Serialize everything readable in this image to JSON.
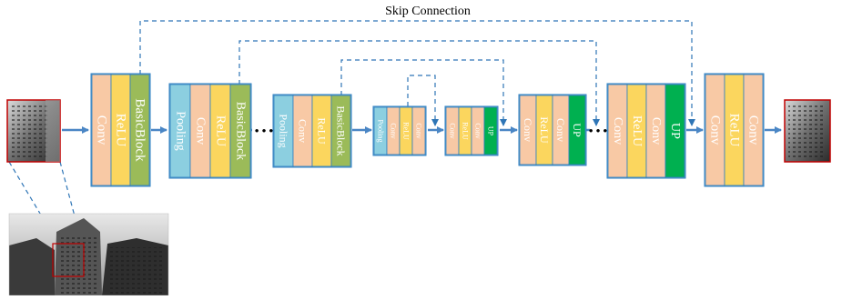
{
  "skip_connection_label": "Skip Connection",
  "layer_labels": {
    "conv": "Conv",
    "relu": "ReLU",
    "basic_block": "BasicBlock",
    "pooling": "Pooling",
    "up": "UP"
  },
  "ellipsis": "• • •",
  "colors": {
    "conv": "#f8c9a5",
    "relu": "#fbd65e",
    "basic_block": "#9bbb59",
    "pooling": "#8ccfe0",
    "up": "#00b050",
    "block_border": "#2e7fc0",
    "arrow": "#4a86c5",
    "image_border": "#c00000",
    "dashed_line": "#2e75b6"
  }
}
